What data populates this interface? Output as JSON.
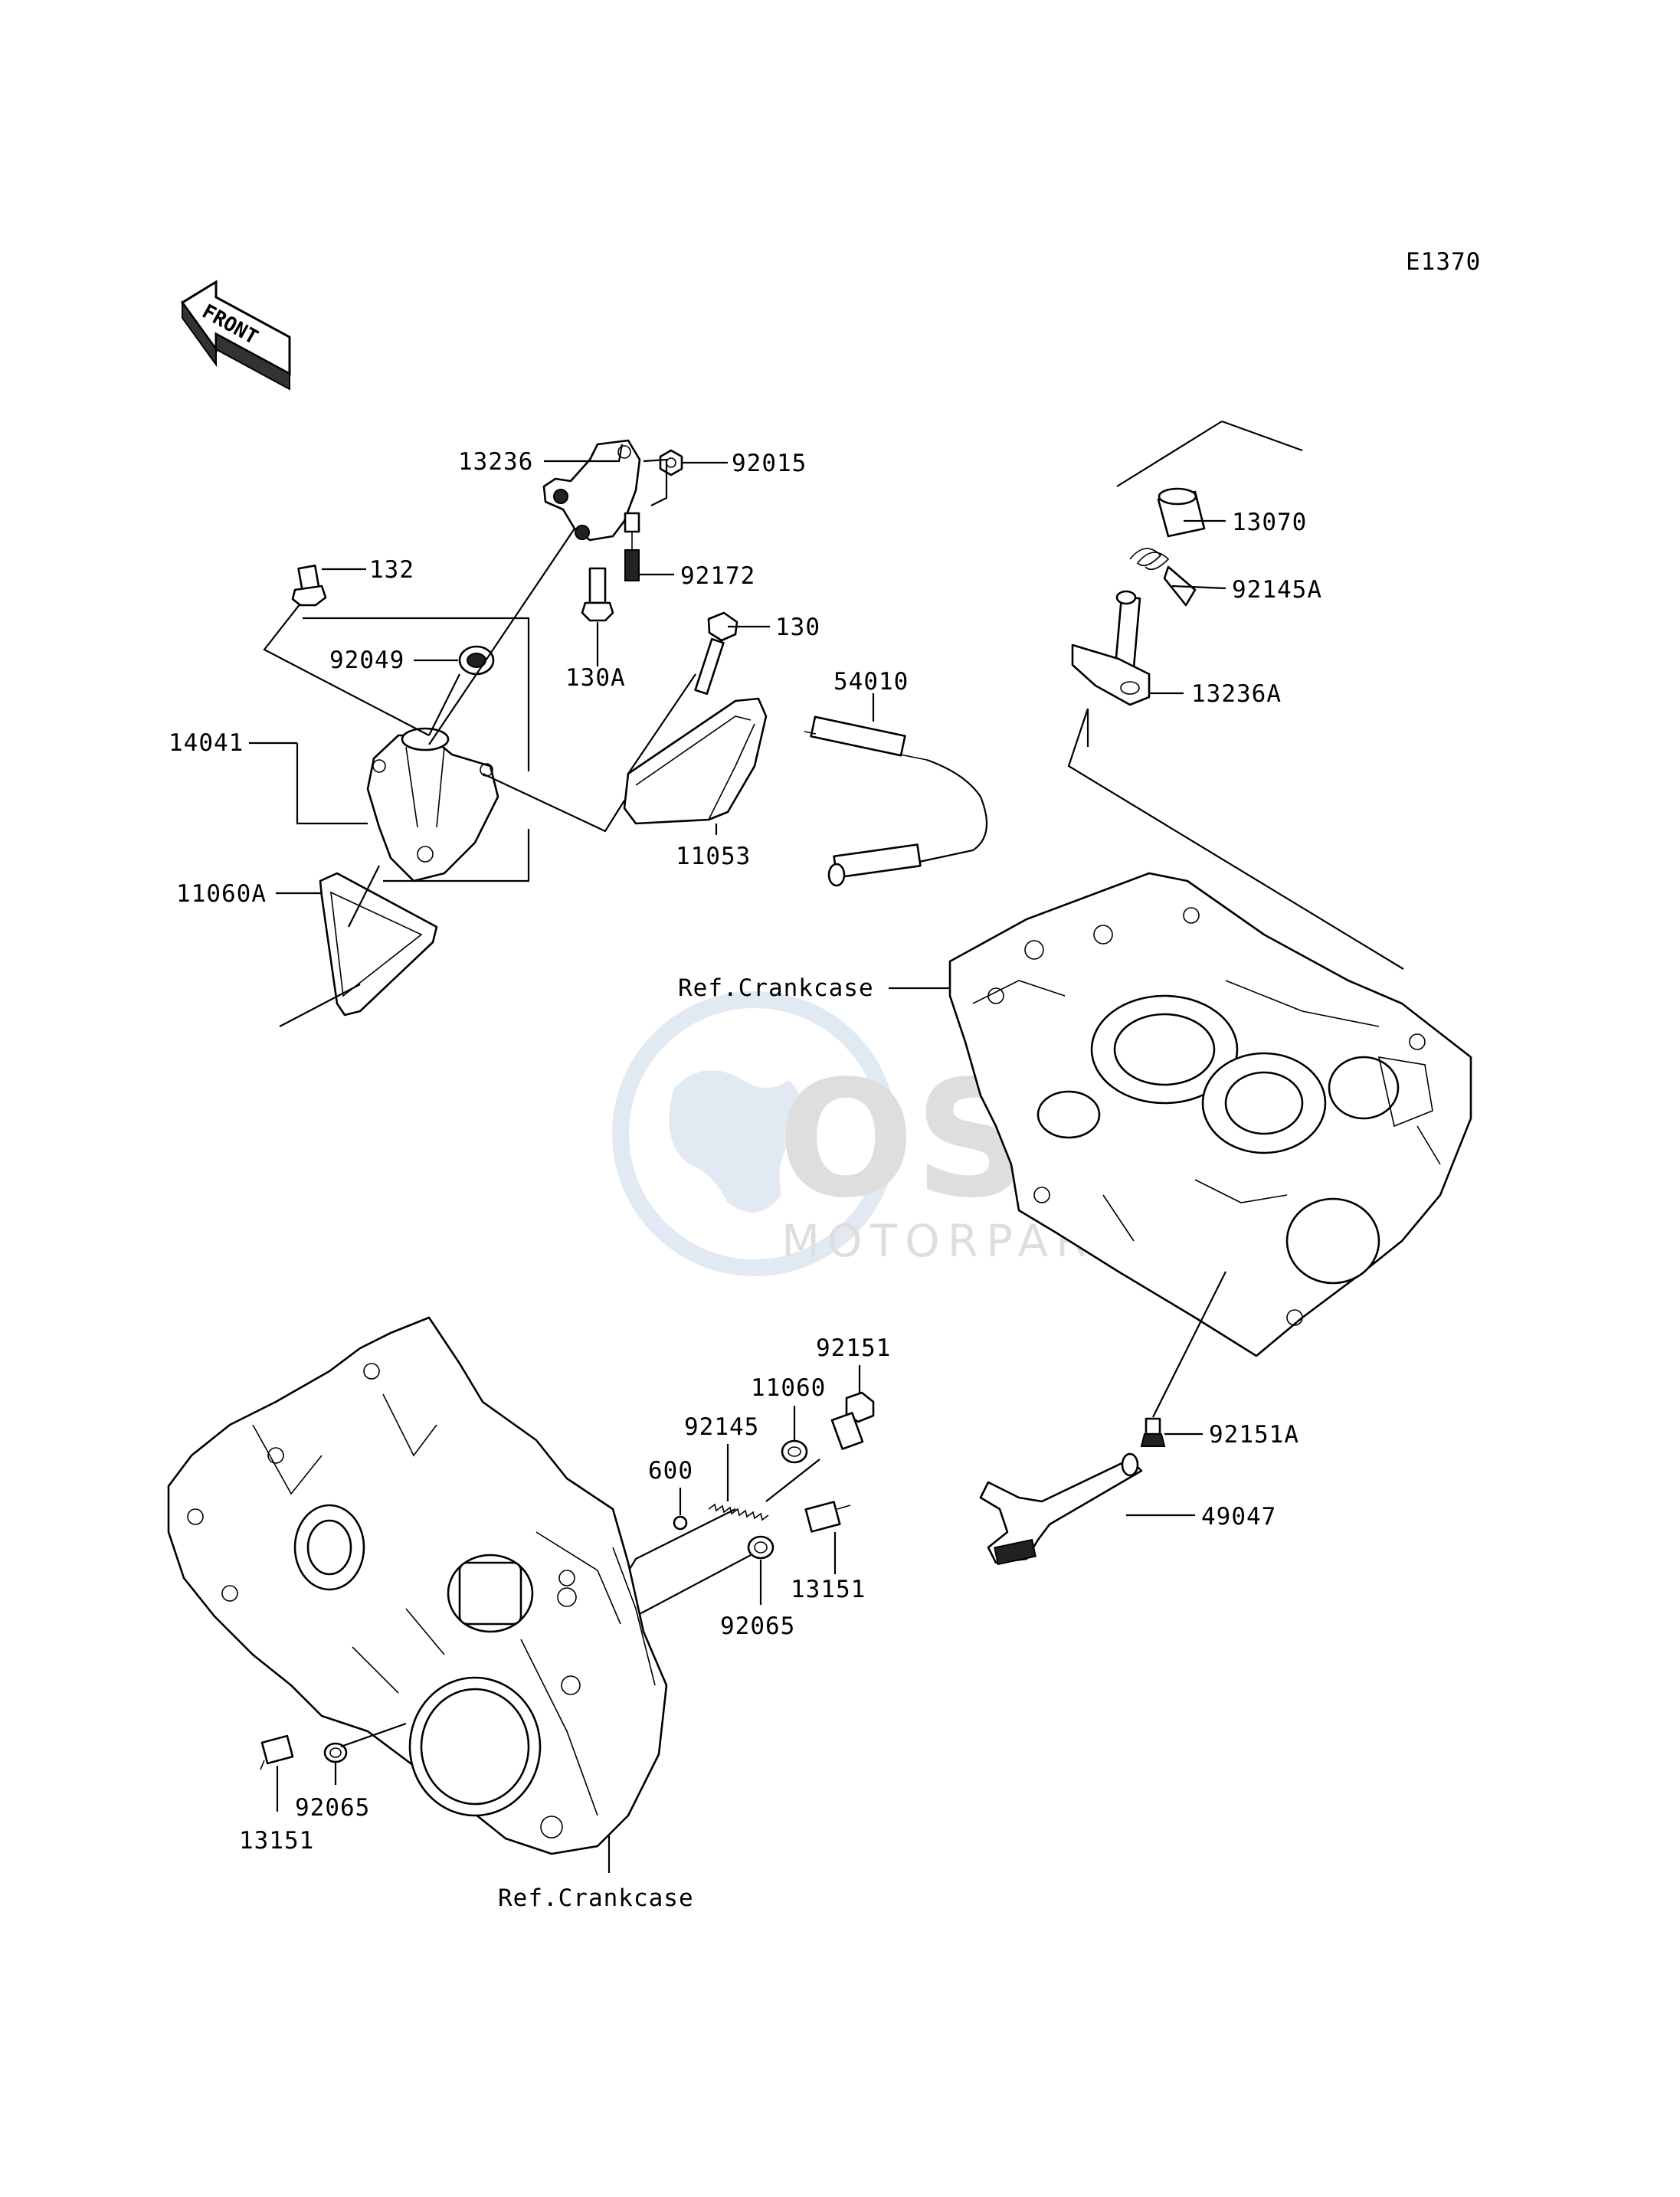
{
  "diagram": {
    "code": "E1370",
    "front_arrow": "FRONT",
    "watermark": {
      "brand": "OSM",
      "subtitle": "MOTORPARTS",
      "color": "#9fb8cf"
    },
    "callouts": [
      {
        "id": "13236",
        "text": "13236"
      },
      {
        "id": "92015",
        "text": "92015"
      },
      {
        "id": "132",
        "text": "132"
      },
      {
        "id": "92172",
        "text": "92172"
      },
      {
        "id": "130A",
        "text": "130A"
      },
      {
        "id": "92049",
        "text": "92049"
      },
      {
        "id": "130",
        "text": "130"
      },
      {
        "id": "54010",
        "text": "54010"
      },
      {
        "id": "14041",
        "text": "14041"
      },
      {
        "id": "11053",
        "text": "11053"
      },
      {
        "id": "11060A",
        "text": "11060A"
      },
      {
        "id": "13070",
        "text": "13070"
      },
      {
        "id": "92145A",
        "text": "92145A"
      },
      {
        "id": "13236A",
        "text": "13236A"
      },
      {
        "id": "ref-crankcase-upper",
        "text": "Ref.Crankcase"
      },
      {
        "id": "92151",
        "text": "92151"
      },
      {
        "id": "11060",
        "text": "11060"
      },
      {
        "id": "92145",
        "text": "92145"
      },
      {
        "id": "600",
        "text": "600"
      },
      {
        "id": "92151A",
        "text": "92151A"
      },
      {
        "id": "49047",
        "text": "49047"
      },
      {
        "id": "13151-right",
        "text": "13151"
      },
      {
        "id": "92065-right",
        "text": "92065"
      },
      {
        "id": "92065-left",
        "text": "92065"
      },
      {
        "id": "13151-left",
        "text": "13151"
      },
      {
        "id": "ref-crankcase-lower",
        "text": "Ref.Crankcase"
      }
    ]
  }
}
